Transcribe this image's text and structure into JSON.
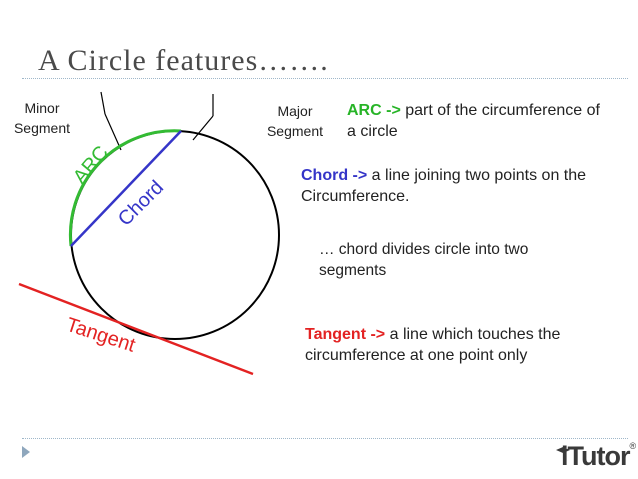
{
  "title": "A Circle features…….",
  "diagram": {
    "minor_segment_label": "Minor\nSegment",
    "major_segment_label": "Major\nSegment",
    "arc_label": "ARC",
    "chord_label": "Chord",
    "tangent_label": "Tangent",
    "colors": {
      "arc": "#33bb33",
      "chord": "#3535c8",
      "tangent": "#e32222",
      "circle": "#000000"
    }
  },
  "definitions": {
    "arc": {
      "term": "ARC ->",
      "text": " part of the circumference of a circle"
    },
    "chord": {
      "term": "Chord ->",
      "text": " a line joining two points on the Circumference."
    },
    "segments_note": "… chord divides circle into two segments",
    "tangent": {
      "term": "Tangent ->",
      "text": " a line which touches the circumference at one point only"
    }
  },
  "footer": {
    "logo_text": "iTutor",
    "logo_mark": "®",
    "nav_icon": "triangle-right-icon"
  }
}
